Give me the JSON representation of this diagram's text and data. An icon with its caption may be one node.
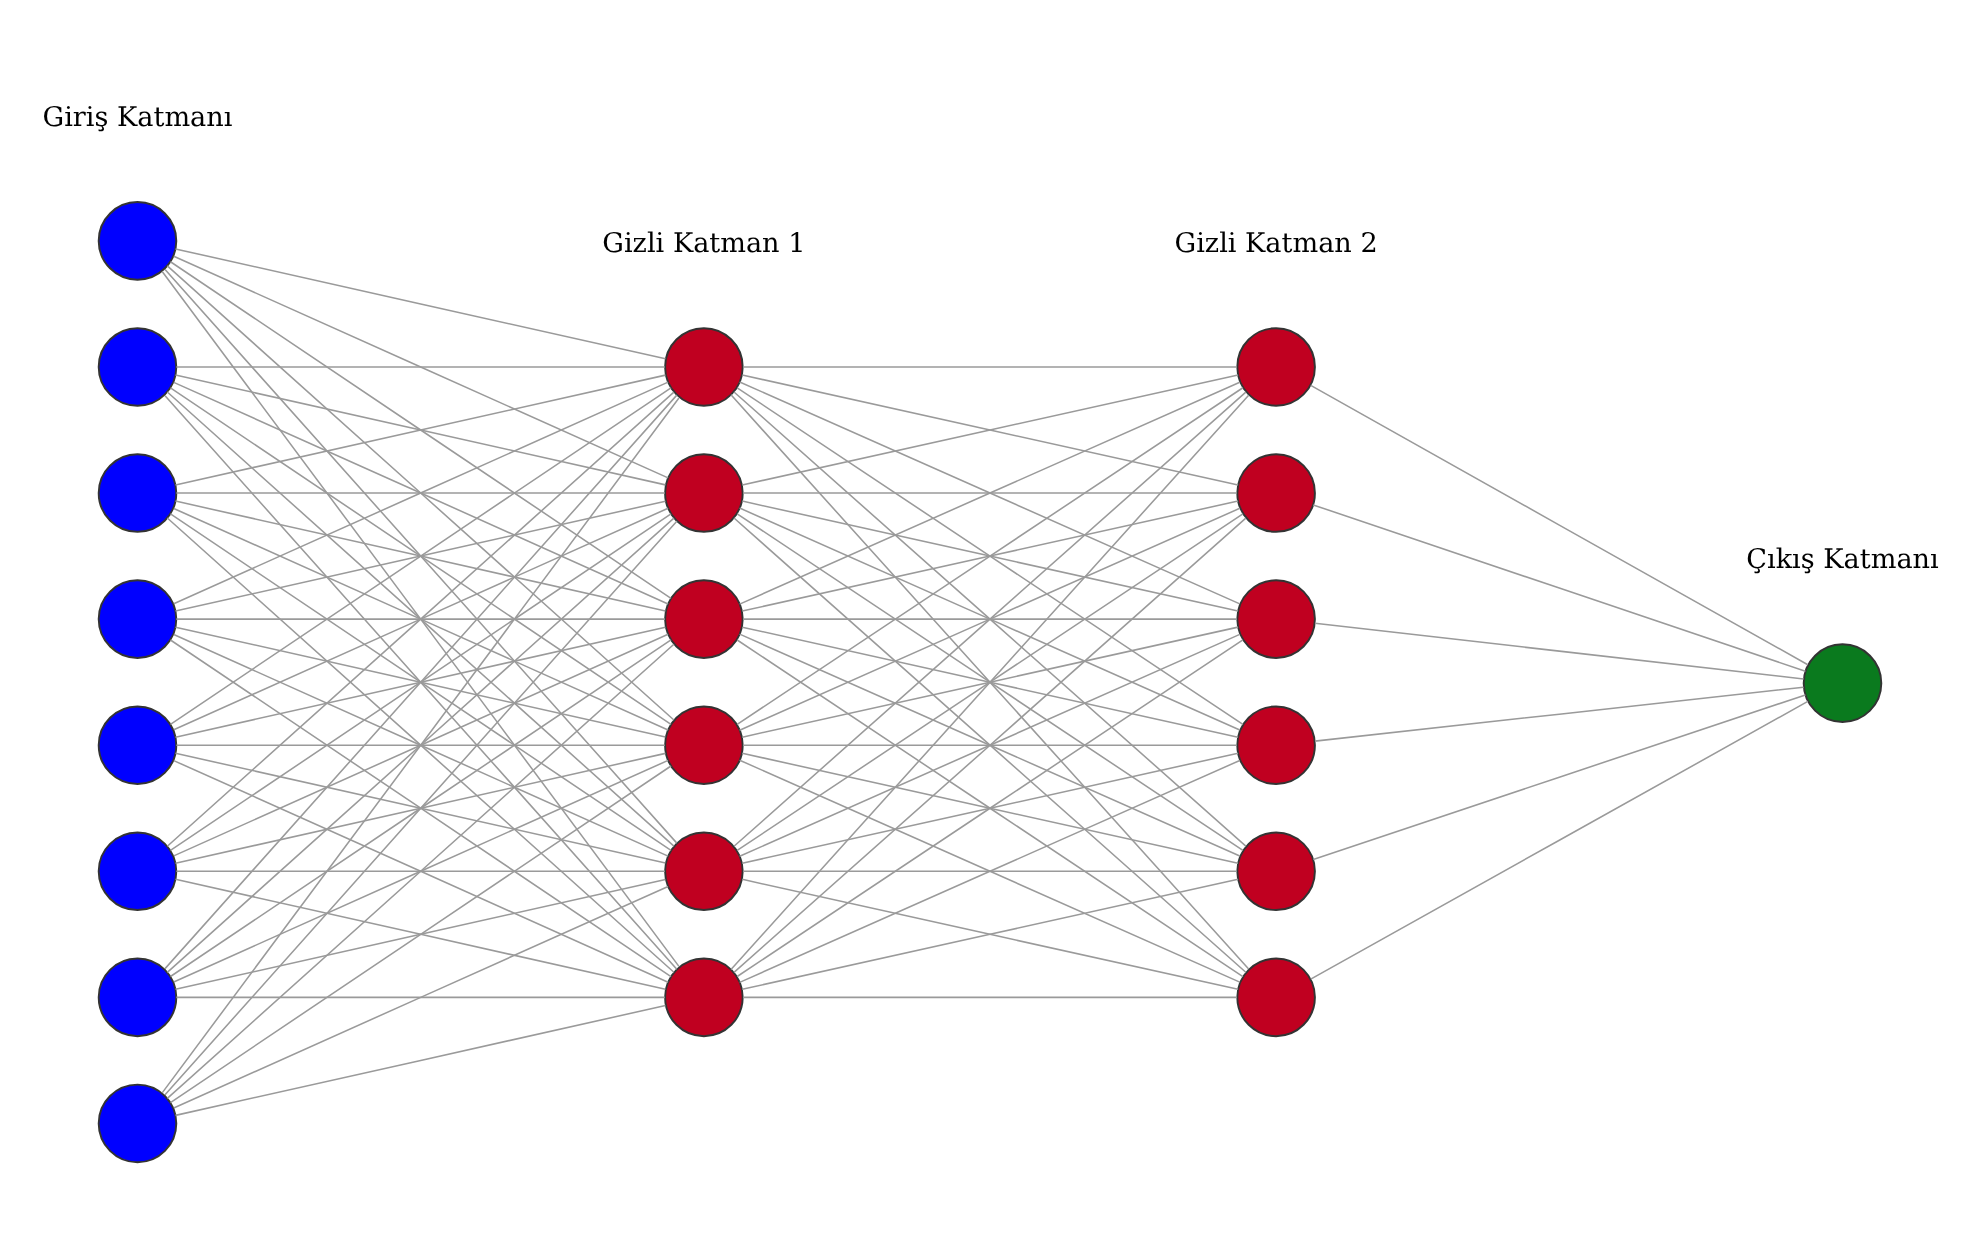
{
  "diagram": {
    "nodes": [
      {
        "text": [],
        "shape": "circle"
      },
      {
        "text": [],
        "shape": "circle"
      },
      {
        "text": [],
        "shape": "circle"
      },
      {
        "text": [],
        "shape": "circle"
      },
      {
        "text": [],
        "shape": "circle"
      },
      {
        "text": [],
        "shape": "circle"
      },
      {
        "text": [],
        "shape": "circle"
      },
      {
        "text": [],
        "shape": "circle"
      },
      {
        "text": [],
        "shape": "circle"
      },
      {
        "text": [],
        "shape": "circle"
      },
      {
        "text": [],
        "shape": "circle"
      },
      {
        "text": [],
        "shape": "circle"
      },
      {
        "text": [],
        "shape": "circle"
      },
      {
        "text": [],
        "shape": "circle"
      },
      {
        "text": [],
        "shape": "circle"
      },
      {
        "text": [],
        "shape": "circle"
      },
      {
        "text": [],
        "shape": "circle"
      },
      {
        "text": [],
        "shape": "circle"
      },
      {
        "text": [],
        "shape": "circle"
      },
      {
        "text": [],
        "shape": "circle"
      },
      {
        "text": [],
        "shape": "circle"
      }
    ],
    "edges": [
      {
        "from": 0,
        "to": 8,
        "arrow": "none"
      },
      {
        "from": 0,
        "to": 9,
        "arrow": "none"
      },
      {
        "from": 0,
        "to": 10,
        "arrow": "none"
      },
      {
        "from": 0,
        "to": 11,
        "arrow": "none"
      },
      {
        "from": 0,
        "to": 12,
        "arrow": "none"
      },
      {
        "from": 0,
        "to": 13,
        "arrow": "none"
      },
      {
        "from": 1,
        "to": 8,
        "arrow": "none"
      },
      {
        "from": 1,
        "to": 9,
        "arrow": "none"
      },
      {
        "from": 1,
        "to": 10,
        "arrow": "none"
      },
      {
        "from": 1,
        "to": 11,
        "arrow": "none"
      },
      {
        "from": 1,
        "to": 12,
        "arrow": "none"
      },
      {
        "from": 1,
        "to": 13,
        "arrow": "none"
      },
      {
        "from": 2,
        "to": 8,
        "arrow": "none"
      },
      {
        "from": 2,
        "to": 9,
        "arrow": "none"
      },
      {
        "from": 2,
        "to": 10,
        "arrow": "none"
      },
      {
        "from": 2,
        "to": 11,
        "arrow": "none"
      },
      {
        "from": 2,
        "to": 12,
        "arrow": "none"
      },
      {
        "from": 2,
        "to": 13,
        "arrow": "none"
      },
      {
        "from": 3,
        "to": 8,
        "arrow": "none"
      },
      {
        "from": 3,
        "to": 9,
        "arrow": "none"
      },
      {
        "from": 3,
        "to": 10,
        "arrow": "none"
      },
      {
        "from": 3,
        "to": 11,
        "arrow": "none"
      },
      {
        "from": 3,
        "to": 12,
        "arrow": "none"
      },
      {
        "from": 3,
        "to": 13,
        "arrow": "none"
      },
      {
        "from": 4,
        "to": 8,
        "arrow": "none"
      },
      {
        "from": 4,
        "to": 9,
        "arrow": "none"
      },
      {
        "from": 4,
        "to": 10,
        "arrow": "none"
      },
      {
        "from": 4,
        "to": 11,
        "arrow": "none"
      },
      {
        "from": 4,
        "to": 12,
        "arrow": "none"
      },
      {
        "from": 4,
        "to": 13,
        "arrow": "none"
      },
      {
        "from": 5,
        "to": 8,
        "arrow": "none"
      },
      {
        "from": 5,
        "to": 9,
        "arrow": "none"
      },
      {
        "from": 5,
        "to": 10,
        "arrow": "none"
      },
      {
        "from": 5,
        "to": 11,
        "arrow": "none"
      },
      {
        "from": 5,
        "to": 12,
        "arrow": "none"
      },
      {
        "from": 5,
        "to": 13,
        "arrow": "none"
      },
      {
        "from": 6,
        "to": 8,
        "arrow": "none"
      },
      {
        "from": 6,
        "to": 9,
        "arrow": "none"
      },
      {
        "from": 6,
        "to": 10,
        "arrow": "none"
      },
      {
        "from": 6,
        "to": 11,
        "arrow": "none"
      },
      {
        "from": 6,
        "to": 12,
        "arrow": "none"
      },
      {
        "from": 6,
        "to": 13,
        "arrow": "none"
      },
      {
        "from": 7,
        "to": 8,
        "arrow": "none"
      },
      {
        "from": 7,
        "to": 9,
        "arrow": "none"
      },
      {
        "from": 7,
        "to": 10,
        "arrow": "none"
      },
      {
        "from": 7,
        "to": 11,
        "arrow": "none"
      },
      {
        "from": 7,
        "to": 12,
        "arrow": "none"
      },
      {
        "from": 7,
        "to": 13,
        "arrow": "none"
      },
      {
        "from": 8,
        "to": 14,
        "arrow": "none"
      },
      {
        "from": 8,
        "to": 15,
        "arrow": "none"
      },
      {
        "from": 8,
        "to": 16,
        "arrow": "none"
      },
      {
        "from": 8,
        "to": 17,
        "arrow": "none"
      },
      {
        "from": 8,
        "to": 18,
        "arrow": "none"
      },
      {
        "from": 8,
        "to": 19,
        "arrow": "none"
      },
      {
        "from": 9,
        "to": 14,
        "arrow": "none"
      },
      {
        "from": 9,
        "to": 15,
        "arrow": "none"
      },
      {
        "from": 9,
        "to": 16,
        "arrow": "none"
      },
      {
        "from": 9,
        "to": 17,
        "arrow": "none"
      },
      {
        "from": 9,
        "to": 18,
        "arrow": "none"
      },
      {
        "from": 9,
        "to": 19,
        "arrow": "none"
      },
      {
        "from": 10,
        "to": 14,
        "arrow": "none"
      },
      {
        "from": 10,
        "to": 15,
        "arrow": "none"
      },
      {
        "from": 10,
        "to": 16,
        "arrow": "none"
      },
      {
        "from": 10,
        "to": 17,
        "arrow": "none"
      },
      {
        "from": 10,
        "to": 18,
        "arrow": "none"
      },
      {
        "from": 10,
        "to": 19,
        "arrow": "none"
      },
      {
        "from": 11,
        "to": 14,
        "arrow": "none"
      },
      {
        "from": 11,
        "to": 15,
        "arrow": "none"
      },
      {
        "from": 11,
        "to": 16,
        "arrow": "none"
      },
      {
        "from": 11,
        "to": 17,
        "arrow": "none"
      },
      {
        "from": 11,
        "to": 18,
        "arrow": "none"
      },
      {
        "from": 11,
        "to": 19,
        "arrow": "none"
      },
      {
        "from": 12,
        "to": 14,
        "arrow": "none"
      },
      {
        "from": 12,
        "to": 15,
        "arrow": "none"
      },
      {
        "from": 12,
        "to": 16,
        "arrow": "none"
      },
      {
        "from": 12,
        "to": 17,
        "arrow": "none"
      },
      {
        "from": 12,
        "to": 18,
        "arrow": "none"
      },
      {
        "from": 12,
        "to": 19,
        "arrow": "none"
      },
      {
        "from": 13,
        "to": 14,
        "arrow": "none"
      },
      {
        "from": 13,
        "to": 15,
        "arrow": "none"
      },
      {
        "from": 13,
        "to": 16,
        "arrow": "none"
      },
      {
        "from": 13,
        "to": 17,
        "arrow": "none"
      },
      {
        "from": 13,
        "to": 18,
        "arrow": "none"
      },
      {
        "from": 13,
        "to": 19,
        "arrow": "none"
      },
      {
        "from": 14,
        "to": 20,
        "arrow": "none"
      },
      {
        "from": 15,
        "to": 20,
        "arrow": "none"
      },
      {
        "from": 16,
        "to": 20,
        "arrow": "none"
      },
      {
        "from": 17,
        "to": 20,
        "arrow": "none"
      },
      {
        "from": 18,
        "to": 20,
        "arrow": "none"
      },
      {
        "from": 19,
        "to": 20,
        "arrow": "none"
      }
    ],
    "labels": [
      "Giriş Katmanı",
      "Gizli Katman 1",
      "Gizli Katman 2",
      "Çıkış Katmanı"
    ]
  }
}
